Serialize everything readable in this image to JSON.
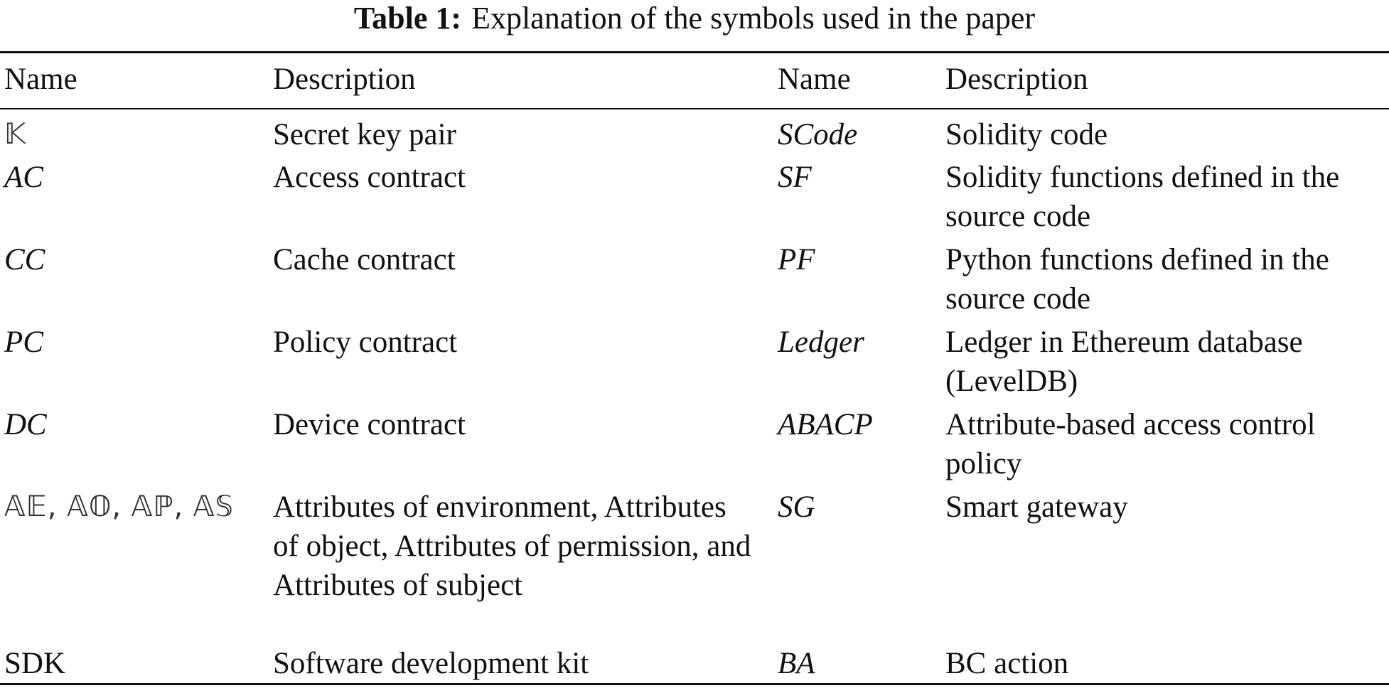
{
  "caption": {
    "label": "Table 1:",
    "text": "Explanation of the symbols used in the paper"
  },
  "table": {
    "headers": [
      "Name",
      "Description",
      "Name",
      "Description"
    ],
    "rows": [
      {
        "name1": "𝕂",
        "desc1": "Secret key pair",
        "name2": "SCode",
        "desc2": "Solidity code"
      },
      {
        "name1": "AC",
        "desc1": "Access contract",
        "name2": "SF",
        "desc2": "Solidity functions defined in the source code"
      },
      {
        "name1": "CC",
        "desc1": "Cache contract",
        "name2": "PF",
        "desc2": "Python functions defined in the source code"
      },
      {
        "name1": "PC",
        "desc1": "Policy contract",
        "name2": "Ledger",
        "desc2": "Ledger in Ethereum database (LevelDB)"
      },
      {
        "name1": "DC",
        "desc1": "Device contract",
        "name2": "ABACP",
        "desc2": "Attribute-based access control policy"
      },
      {
        "name1": "𝔸𝔼, 𝔸𝕆, 𝔸ℙ, 𝔸𝕊",
        "desc1": "Attributes of environment, Attributes of object, Attributes of permission, and Attributes of subject",
        "name2": "SG",
        "desc2": "Smart gateway"
      },
      {
        "name1": "SDK",
        "desc1": "Software development kit",
        "name2": "BA",
        "desc2": "BC action"
      }
    ]
  }
}
